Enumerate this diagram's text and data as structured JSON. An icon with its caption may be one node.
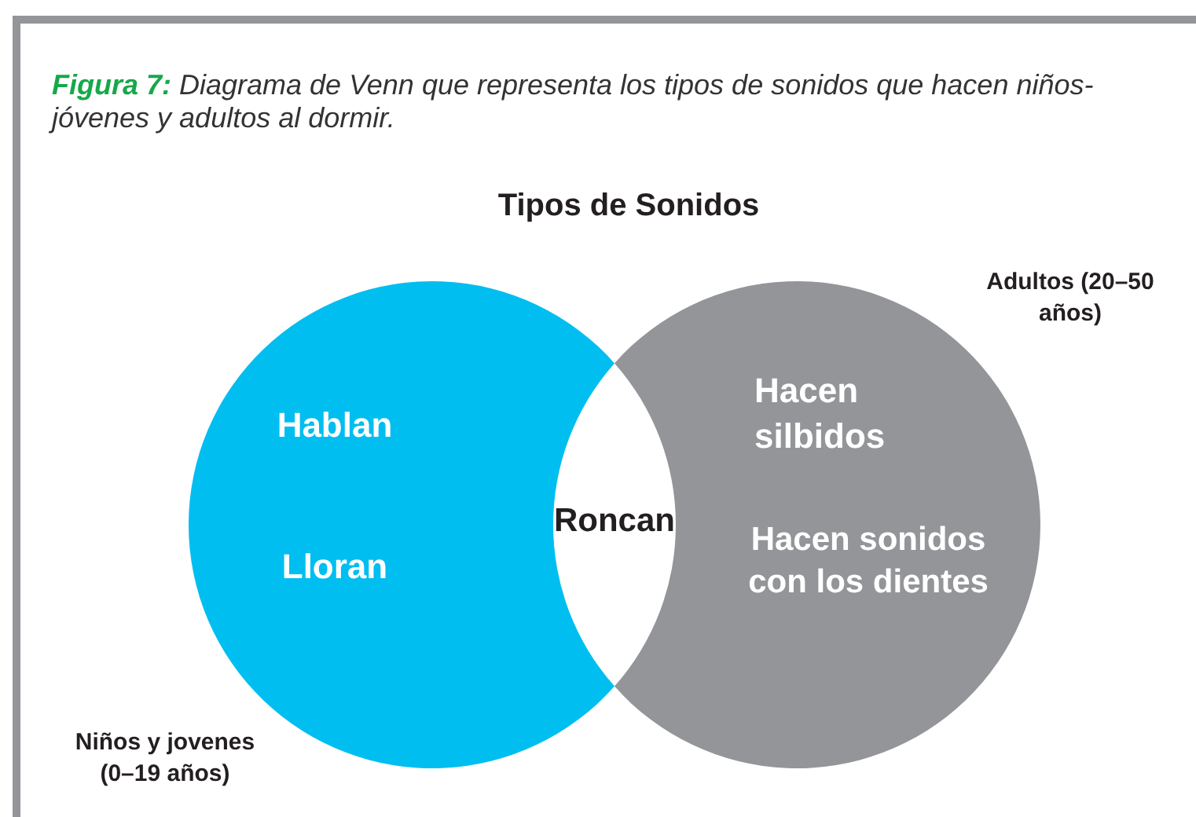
{
  "diagram": {
    "title": "Tipos de Sonidos",
    "caption": "**Figura 7:** Diagrama de Venn que representa los tipos de sonidos que hacen niños-jóvenes y adultos al dormir.",
    "nodes": [
      {
        "text": [
          "Hablan",
          "Lloran"
        ],
        "beside": [
          "Niños y jovenes (0–19 años)"
        ]
      },
      {
        "text": [
          "Hacen silbidos",
          "Hacen sonidos con los dientes"
        ],
        "beside": [
          "Adultos (20–50 años)"
        ]
      },
      {
        "text": [
          "Roncan"
        ]
      }
    ]
  }
}
